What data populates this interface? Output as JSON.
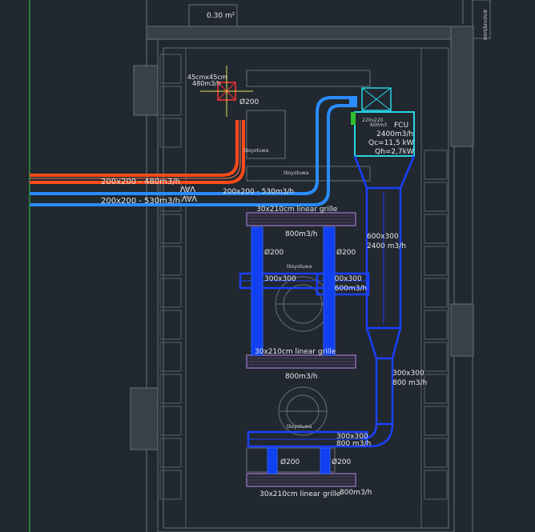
{
  "top": {
    "area_label": "0.30 m²",
    "corner_text": "mtrt/bnrdvdr"
  },
  "vav": {
    "supply_label": "200x200 - 480m3/h",
    "supply_tag": "VAV",
    "second_label": "200x200 - 530m3/h",
    "second_tag": "VAV",
    "duct_label": "200x200 - 530m3/h"
  },
  "exhaust_grille": {
    "size": "45cmx45cm",
    "flow": "480m3/h",
    "dia": "Ø200"
  },
  "fcu": {
    "small_lines": [
      "220x220",
      "600m3"
    ],
    "name": "FCU",
    "flow": "2400m3/h",
    "qc": "Qc=11,5 kW",
    "qh": "Qh=2,7kW"
  },
  "mains": {
    "upper_size": "600x300",
    "upper_flow": "2400 m3/h",
    "lower_size": "300x300",
    "lower_flow": "800 m3/h"
  },
  "branches": {
    "b1_size": "300x300",
    "b2_size": "400x300",
    "b2_flow": "1600m3/h",
    "b3_size": "300x300",
    "b3_flow": "800 m3/h"
  },
  "grilles": {
    "top_label": "30x210cm linear grille",
    "top_flow": "800m3/h",
    "mid_label": "30x210cm linear grille",
    "mid_flow": "800m3/h",
    "bot_label": "30x210cm linear grille",
    "bot_flow": "800m3/h"
  },
  "dias": {
    "d1": "Ø200",
    "d2": "Ø200",
    "d3": "Ø200",
    "d4": "Ø200"
  },
  "small_notes": [
    "tbsyotuwa",
    "tbsyotuwa",
    "tbsyotuwa",
    "tbsyotuwa"
  ],
  "colors": {
    "bg": "#212830",
    "supply": "#1464ff",
    "light_supply": "#2a8cff",
    "exhaust": "#ff4a1a",
    "fcu": "#26d6e6",
    "wall": "#6a7078",
    "grille": "#8a6ab0"
  }
}
